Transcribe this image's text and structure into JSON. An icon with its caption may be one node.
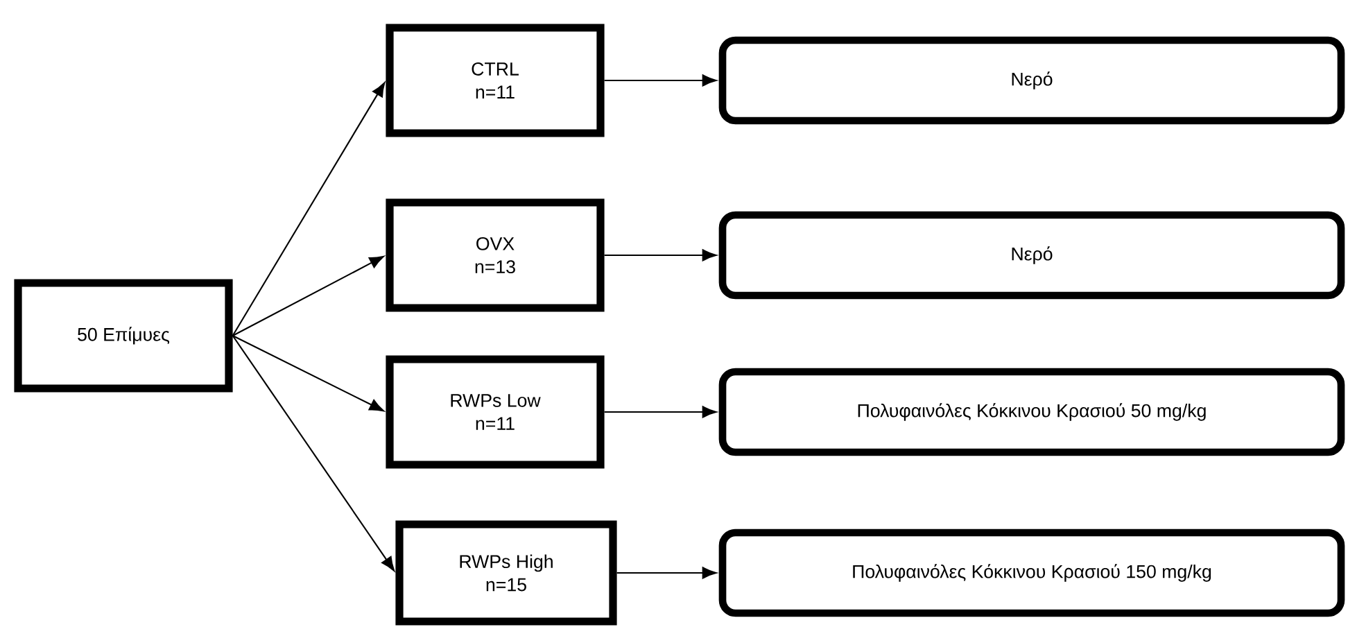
{
  "diagram": {
    "nodes": [
      {
        "text": [
          "50 Επίμυες"
        ]
      },
      {
        "text": [
          "CTRL",
          "n=11"
        ]
      },
      {
        "text": [
          "OVX",
          "n=13"
        ]
      },
      {
        "text": [
          "RWPs Low",
          "n=11"
        ]
      },
      {
        "text": [
          "RWPs High",
          "n=15"
        ]
      },
      {
        "text": [
          "Νερό"
        ]
      },
      {
        "text": [
          "Νερό"
        ]
      },
      {
        "text": [
          "Πολυφαινόλες Κόκκινου Κρασιού 50 mg/kg"
        ]
      },
      {
        "text": [
          "Πολυφαινόλες Κόκκινου Κρασιού 150 mg/kg"
        ]
      }
    ],
    "edges": [
      {
        "from": 0,
        "to": 1,
        "arrow": "to"
      },
      {
        "from": 0,
        "to": 2,
        "arrow": "to"
      },
      {
        "from": 0,
        "to": 3,
        "arrow": "to"
      },
      {
        "from": 0,
        "to": 4,
        "arrow": "to"
      },
      {
        "from": 1,
        "to": 5,
        "arrow": "to"
      },
      {
        "from": 2,
        "to": 6,
        "arrow": "to"
      },
      {
        "from": 3,
        "to": 7,
        "arrow": "to"
      },
      {
        "from": 4,
        "to": 8,
        "arrow": "to"
      }
    ]
  }
}
